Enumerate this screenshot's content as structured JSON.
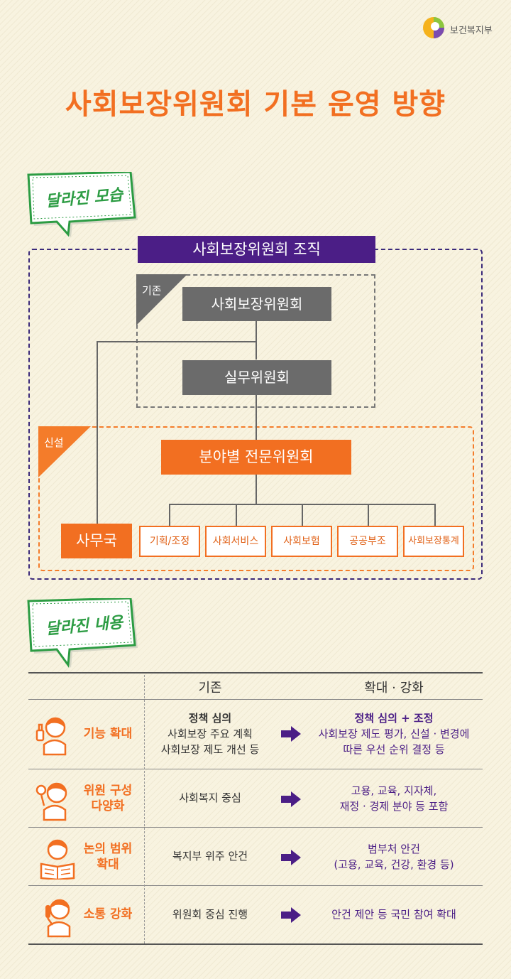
{
  "logo": {
    "text": "보건복지부"
  },
  "title": "사회보장위원회 기본 운영 방향",
  "bubble1": "달라진 모습",
  "bubble2": "달라진 내용",
  "org": {
    "title": "사회보장위원회 조직",
    "existing_label": "기존",
    "new_label": "신설",
    "committee": "사회보장위원회",
    "working": "실무위원회",
    "expert": "분야별 전문위원회",
    "secretariat": "사무국",
    "subcommittees": [
      "기획/조정",
      "사회서비스",
      "사회보험",
      "공공부조",
      "사회보장통계"
    ]
  },
  "table": {
    "headers": {
      "old": "기존",
      "new": "확대 · 강화"
    },
    "rows": [
      {
        "label": [
          "기능 확대"
        ],
        "icon": "thumbs-up-person-icon",
        "old": [
          "정책 심의",
          "사회보장 주요 계획",
          "사회보장 제도 개선 등"
        ],
        "new": [
          "정책 심의 + 조정",
          "사회보장 제도 평가, 신설 · 변경에",
          "따른 우선 순위 결정 등"
        ]
      },
      {
        "label": [
          "위원 구성",
          "다양화"
        ],
        "icon": "ok-sign-person-icon",
        "old": [
          "사회복지 중심"
        ],
        "new": [
          "고용, 교육, 지자체,",
          "재정 · 경제 분야 등 포함"
        ]
      },
      {
        "label": [
          "논의 범위",
          "확대"
        ],
        "icon": "reading-person-icon",
        "old": [
          "복지부 위주 안건"
        ],
        "new": [
          "범부처 안건",
          "(고용, 교육, 건강, 환경 등)"
        ]
      },
      {
        "label": [
          "소통 강화"
        ],
        "icon": "phone-person-icon",
        "old": [
          "위원회 중심 진행"
        ],
        "new": [
          "안건 제안 등 국민 참여 확대"
        ]
      }
    ]
  },
  "colors": {
    "accent": "#f26f21",
    "purple": "#4b1e86",
    "green": "#2c9c43",
    "gray": "#6b6b6b"
  }
}
